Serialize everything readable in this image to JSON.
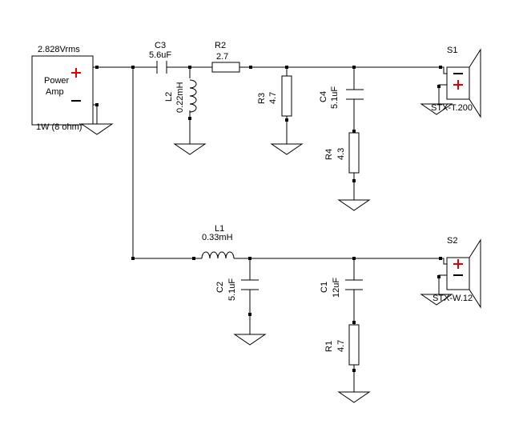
{
  "amp": {
    "voltage": "2.828Vrms",
    "line1": "Power",
    "line2": "Amp",
    "power": "1W (8 ohm)",
    "plus": "+",
    "minus": "−"
  },
  "parts": {
    "C3": {
      "name": "C3",
      "value": "5.6uF"
    },
    "R2": {
      "name": "R2",
      "value": "2.7"
    },
    "L2": {
      "name": "L2",
      "value": "0.22mH"
    },
    "R3": {
      "name": "R3",
      "value": "4.7"
    },
    "C4": {
      "name": "C4",
      "value": "5.1uF"
    },
    "R4": {
      "name": "R4",
      "value": "4.3"
    },
    "L1": {
      "name": "L1",
      "value": "0.33mH"
    },
    "C2": {
      "name": "C2",
      "value": "5.1uF"
    },
    "C1": {
      "name": "C1",
      "value": "12uF"
    },
    "R1": {
      "name": "R1",
      "value": "4.7"
    }
  },
  "speakers": {
    "S1": {
      "name": "S1",
      "model": "STX-T.200"
    },
    "S2": {
      "name": "S2",
      "model": "STX-W.12"
    }
  }
}
